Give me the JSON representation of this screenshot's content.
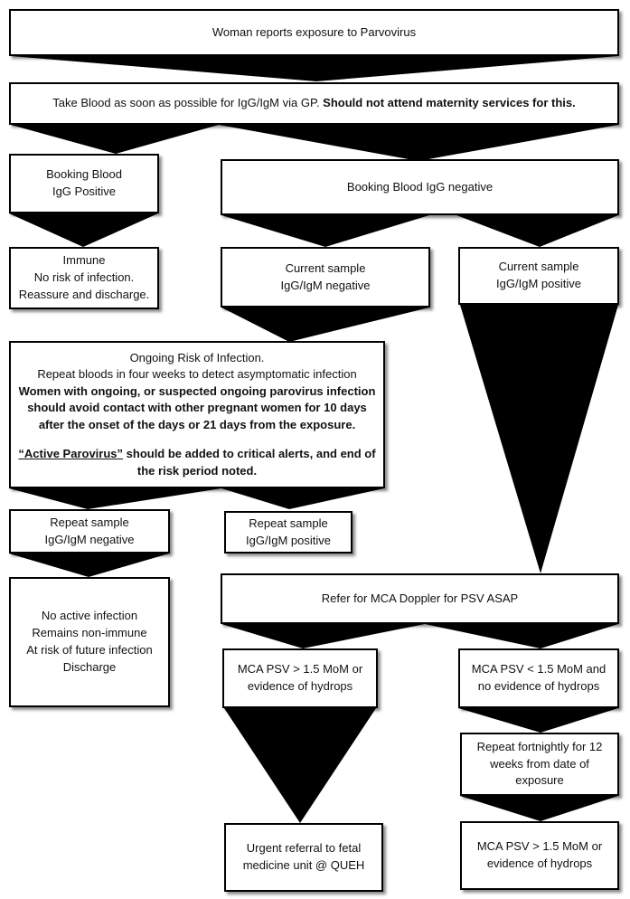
{
  "flowchart": {
    "exposure": "Woman reports exposure to Parvovirus",
    "take_blood": {
      "normal": "Take Blood as soon as possible for IgG/IgM via GP. ",
      "bold": "Should not attend maternity services for this."
    },
    "booking_positive": [
      "Booking Blood",
      "IgG Positive"
    ],
    "booking_negative": "Booking Blood IgG negative",
    "immune": [
      "Immune",
      "No risk of infection.",
      "Reassure and discharge."
    ],
    "current_negative": [
      "Current sample",
      "IgG/IgM negative"
    ],
    "current_positive": [
      "Current sample",
      "IgG/IgM positive"
    ],
    "ongoing_risk": {
      "line1": "Ongoing Risk of Infection.",
      "line2": "Repeat bloods in four weeks to detect asymptomatic infection",
      "bold_lines": [
        "Women with ongoing, or suspected ongoing parovirus infection",
        "should avoid contact with other pregnant women for 10 days",
        "after the onset of the days or 21 days from the exposure."
      ],
      "alert_underlined": "“Active Parovirus”",
      "alert_rest": " should be added to critical alerts, and end of",
      "alert_line2": "the risk period noted."
    },
    "repeat_negative": [
      "Repeat sample",
      "IgG/IgM negative"
    ],
    "repeat_positive": [
      "Repeat sample",
      "IgG/IgM positive"
    ],
    "no_active": [
      "No active infection",
      "Remains non-immune",
      "At risk of future infection",
      "Discharge"
    ],
    "refer_doppler": "Refer for MCA Doppler for PSV ASAP",
    "mca_high": [
      "MCA PSV > 1.5 MoM or",
      "evidence of hydrops"
    ],
    "mca_low": [
      "MCA PSV < 1.5 MoM and",
      "no evidence of hydrops"
    ],
    "repeat_fortnightly": [
      "Repeat fortnightly for 12",
      "weeks from date of",
      "exposure"
    ],
    "urgent_referral": [
      "Urgent referral to fetal",
      "medicine unit @ QUEH"
    ],
    "mca_high_final": [
      "MCA PSV > 1.5 MoM or",
      "evidence of hydrops"
    ]
  },
  "colors": {
    "arrow": "#000000",
    "box_border": "#000000",
    "box_fill": "#ffffff"
  }
}
